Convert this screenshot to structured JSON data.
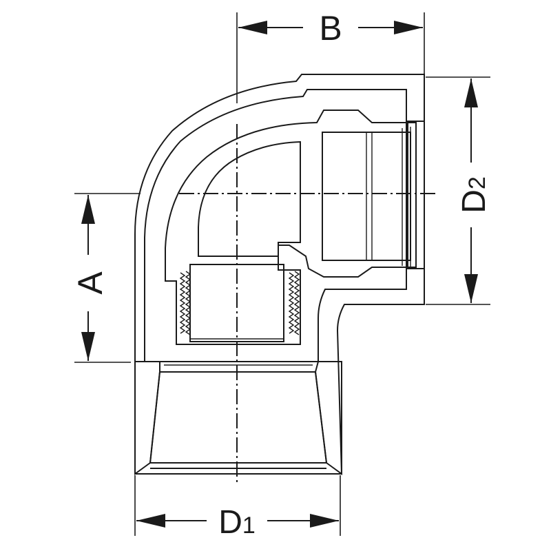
{
  "dimensions": {
    "b": {
      "label": "B"
    },
    "d2": {
      "main": "D",
      "sub": "2"
    },
    "a": {
      "label": "A"
    },
    "d1": {
      "main": "D",
      "sub": "1"
    }
  },
  "colors": {
    "outer_body": "#2a62b0",
    "inner_layer": "#b8dcf0",
    "metal_insert": "#c9c4c2",
    "bore": "#ffffff",
    "line": "#1a1a1a"
  }
}
